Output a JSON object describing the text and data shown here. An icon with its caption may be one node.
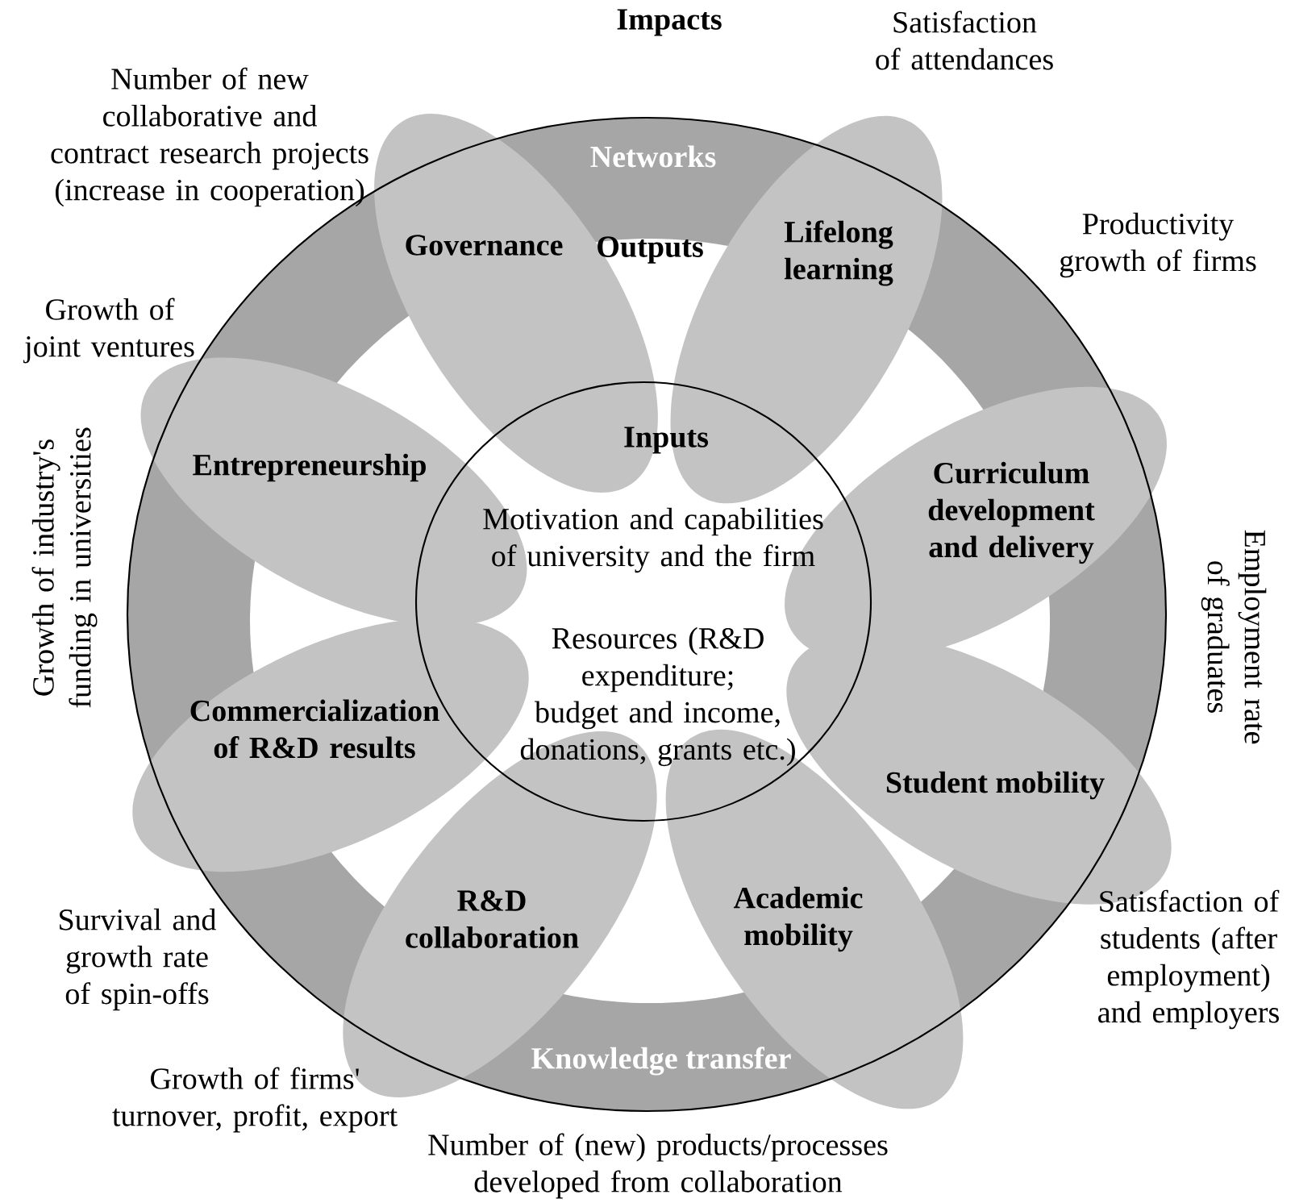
{
  "diagram": {
    "title": "Impacts",
    "nodes": [
      {
        "text": [
          "Networks",
          "Knowledge transfer"
        ]
      },
      {
        "text": [
          "Outputs"
        ],
        "in": 0
      },
      {
        "text": [
          "Inputs",
          "Motivation and capabilities of university and the firm",
          "Resources (R&D expenditure; budget and income, donations, grants etc.)"
        ],
        "in": 1
      },
      {
        "text": [
          "Governance"
        ],
        "in": 0
      },
      {
        "text": [
          "Lifelong learning"
        ],
        "in": 0
      },
      {
        "text": [
          "Entrepreneurship"
        ],
        "in": 0
      },
      {
        "text": [
          "Curriculum development and delivery"
        ],
        "in": 0
      },
      {
        "text": [
          "Commercialization of R&D results"
        ],
        "in": 0
      },
      {
        "text": [
          "Student mobility"
        ],
        "in": 0
      },
      {
        "text": [
          "R&D collaboration"
        ],
        "in": 0
      },
      {
        "text": [
          "Academic mobility"
        ],
        "in": 0
      }
    ],
    "labels": [
      "Number of new collaborative and contract research projects (increase in cooperation)",
      "Satisfaction of attendances",
      "Productivity growth of firms",
      "Growth of joint ventures",
      "Growth of industry's funding in universities",
      "Employment rate of graduates",
      "Survival and growth rate of spin-offs",
      "Satisfaction of students (after employment) and employers",
      "Growth of firms' turnover, profit, export",
      "Number of (new) products/processes developed from collaboration"
    ]
  }
}
